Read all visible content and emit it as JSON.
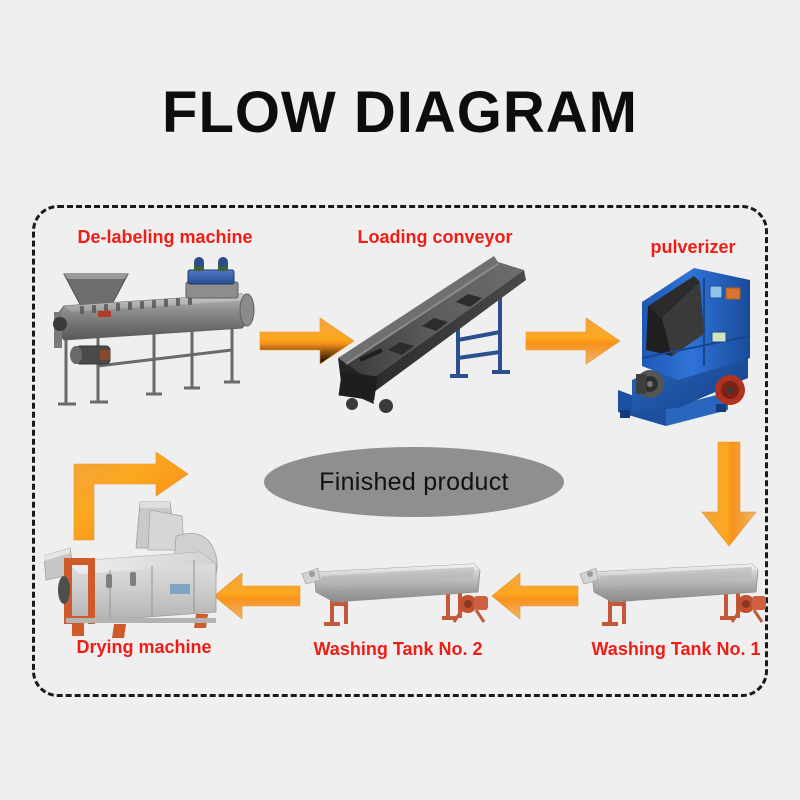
{
  "page": {
    "title": "FLOW DIAGRAM",
    "background_color": "#efefef",
    "frame_border_color": "#1a1a1a",
    "label_color": "#f01c15",
    "arrow_color": "#f7951d"
  },
  "diagram": {
    "center_node": {
      "label": "Finished product",
      "shape": "ellipse",
      "fill_color": "#8f8f8f",
      "text_color": "#111111"
    },
    "nodes": [
      {
        "id": "de-labeling-machine",
        "label": "De-labeling machine",
        "row": "top",
        "order": 1,
        "machine": "de-labeling-machine-image"
      },
      {
        "id": "loading-conveyor",
        "label": "Loading conveyor",
        "row": "top",
        "order": 2,
        "machine": "loading-conveyor-image"
      },
      {
        "id": "pulverizer",
        "label": "pulverizer",
        "row": "top",
        "order": 3,
        "machine": "pulverizer-image"
      },
      {
        "id": "washing-tank-no-1",
        "label": "Washing Tank No. 1",
        "row": "bottom",
        "order": 4,
        "machine": "washing-tank-image"
      },
      {
        "id": "washing-tank-no-2",
        "label": "Washing Tank No. 2",
        "row": "bottom",
        "order": 5,
        "machine": "washing-tank-image"
      },
      {
        "id": "drying-machine",
        "label": "Drying machine",
        "row": "bottom",
        "order": 6,
        "machine": "drying-machine-image"
      }
    ],
    "arrows": [
      {
        "id": "arrow-1",
        "from": "de-labeling-machine",
        "to": "loading-conveyor",
        "direction": "right"
      },
      {
        "id": "arrow-2",
        "from": "loading-conveyor",
        "to": "pulverizer",
        "direction": "right"
      },
      {
        "id": "arrow-3",
        "from": "pulverizer",
        "to": "washing-tank-no-1",
        "direction": "down"
      },
      {
        "id": "arrow-4",
        "from": "washing-tank-no-1",
        "to": "washing-tank-no-2",
        "direction": "left"
      },
      {
        "id": "arrow-5",
        "from": "washing-tank-no-2",
        "to": "drying-machine",
        "direction": "left"
      },
      {
        "id": "arrow-6",
        "from": "drying-machine",
        "to": "finished-product",
        "direction": "up-right"
      }
    ]
  }
}
